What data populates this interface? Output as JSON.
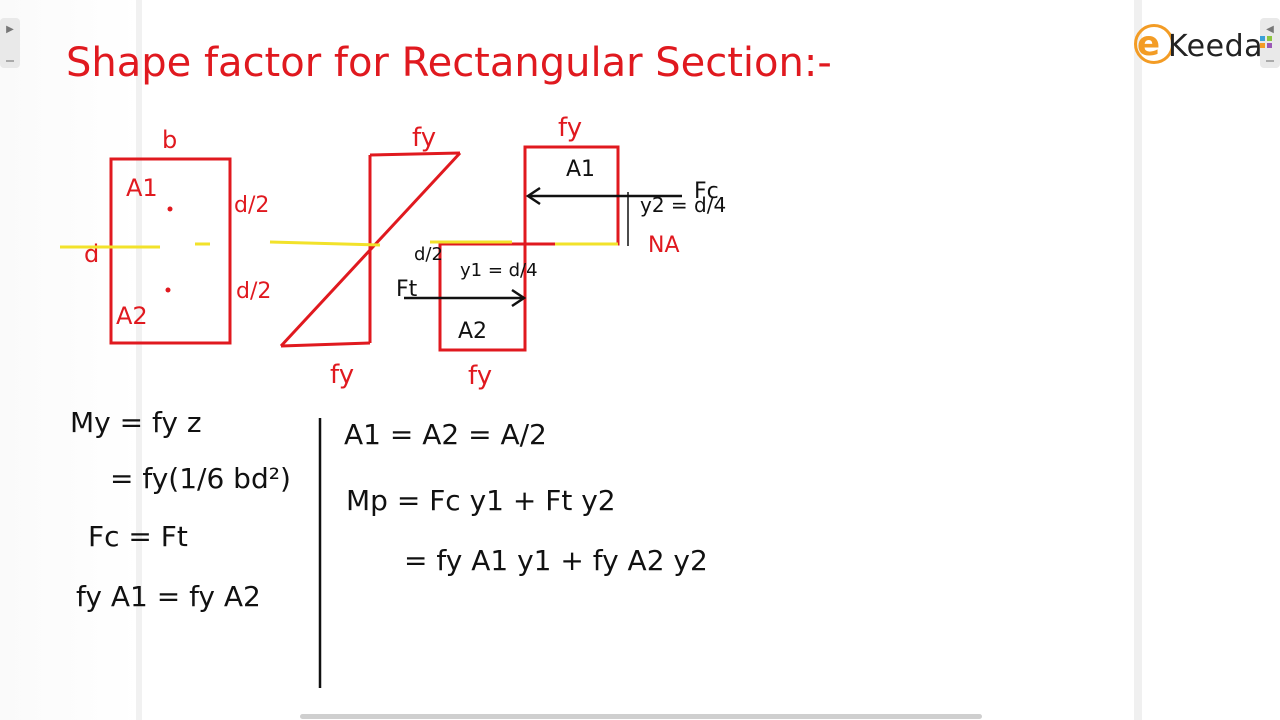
{
  "title": "Shape factor for Rectangular Section:-",
  "logo": {
    "text": "Keeda",
    "colors": {
      "ring": "#f39c25",
      "text": "#222222"
    }
  },
  "colors": {
    "red": "#e0191f",
    "black": "#111111",
    "yellow": "#f2e22a"
  },
  "section": {
    "width_label": "b",
    "depth_label": "d",
    "half_depth_top": "d/2",
    "half_depth_bottom": "d/2",
    "area_top": "A1",
    "area_bottom": "A2"
  },
  "stress_diagram": {
    "top_label": "fy",
    "bottom_label": "fy"
  },
  "force_diagram": {
    "top_label": "fy",
    "bottom_label": "fy",
    "area_top": "A1",
    "area_bottom": "A2",
    "force_compression": "Fc",
    "force_tension": "Ft",
    "arm_top": "y2 = d/4",
    "arm_bottom": "y1 = d/4",
    "half_depth": "d/2",
    "neutral_axis": "NA"
  },
  "equations_left": [
    "My = fy z",
    "= fy(1/6 bd²)",
    "Fc = Ft",
    "fy A1 = fy A2"
  ],
  "equations_right": [
    "A1 = A2 = A/2",
    "Mp = Fc y1 + Ft y2",
    "= fy A1 y1 + fy A2 y2"
  ]
}
